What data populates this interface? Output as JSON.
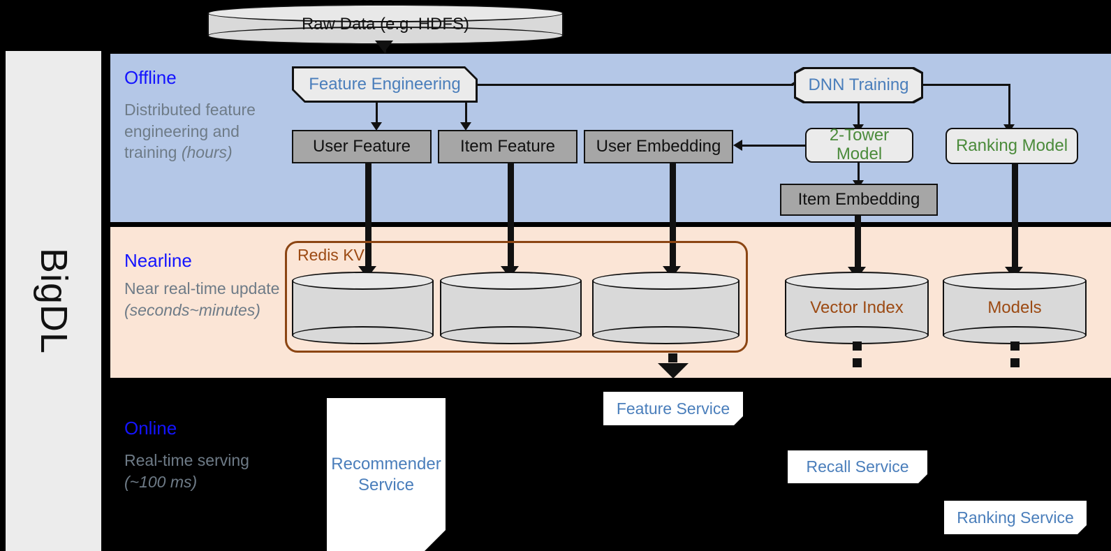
{
  "sidebar": {
    "label": "BigDL"
  },
  "bands": {
    "offline": {
      "title": "Offline",
      "desc_line1": "Distributed feature engineering and training ",
      "desc_em": "(hours)"
    },
    "nearline": {
      "title": "Nearline",
      "desc_line1": "Near real-time update ",
      "desc_em": "(seconds~minutes)"
    },
    "online": {
      "title": "Online",
      "desc_line1": "Real-time serving ",
      "desc_em": "(~100 ms)"
    }
  },
  "nodes": {
    "raw_data": "Raw Data (e.g. HDFS)",
    "feature_eng": "Feature Engineering",
    "dnn_training": "DNN Training",
    "user_feature": "User Feature",
    "item_feature": "Item Feature",
    "user_embedding": "User Embedding",
    "two_tower": "2-Tower Model",
    "ranking_model": "Ranking Model",
    "item_embedding": "Item Embedding",
    "redis_kv": "Redis KV",
    "kv_user": "",
    "kv_item": "",
    "kv_emb": "",
    "vector_index": "Vector Index",
    "models": "Models",
    "feature_service": "Feature Service",
    "recommender_service": "Recommender Service",
    "recall_service": "Recall Service",
    "ranking_service": "Ranking Service"
  },
  "colors": {
    "offline_band": "#b4c7e7",
    "nearline_band": "#fbe5d6",
    "online_band": "#000000",
    "sidebar": "#ececec",
    "band_title": "#1414ff",
    "band_desc": "#6e7b87",
    "process_text": "#4a7ebb",
    "model_text": "#4b8b3b",
    "store_fill": "#a6a6a6",
    "cylinder_fill": "#d9d9d9",
    "redis_border": "#8b4513",
    "redis_text": "#9c4a13",
    "service_text": "#4a7ebb"
  }
}
